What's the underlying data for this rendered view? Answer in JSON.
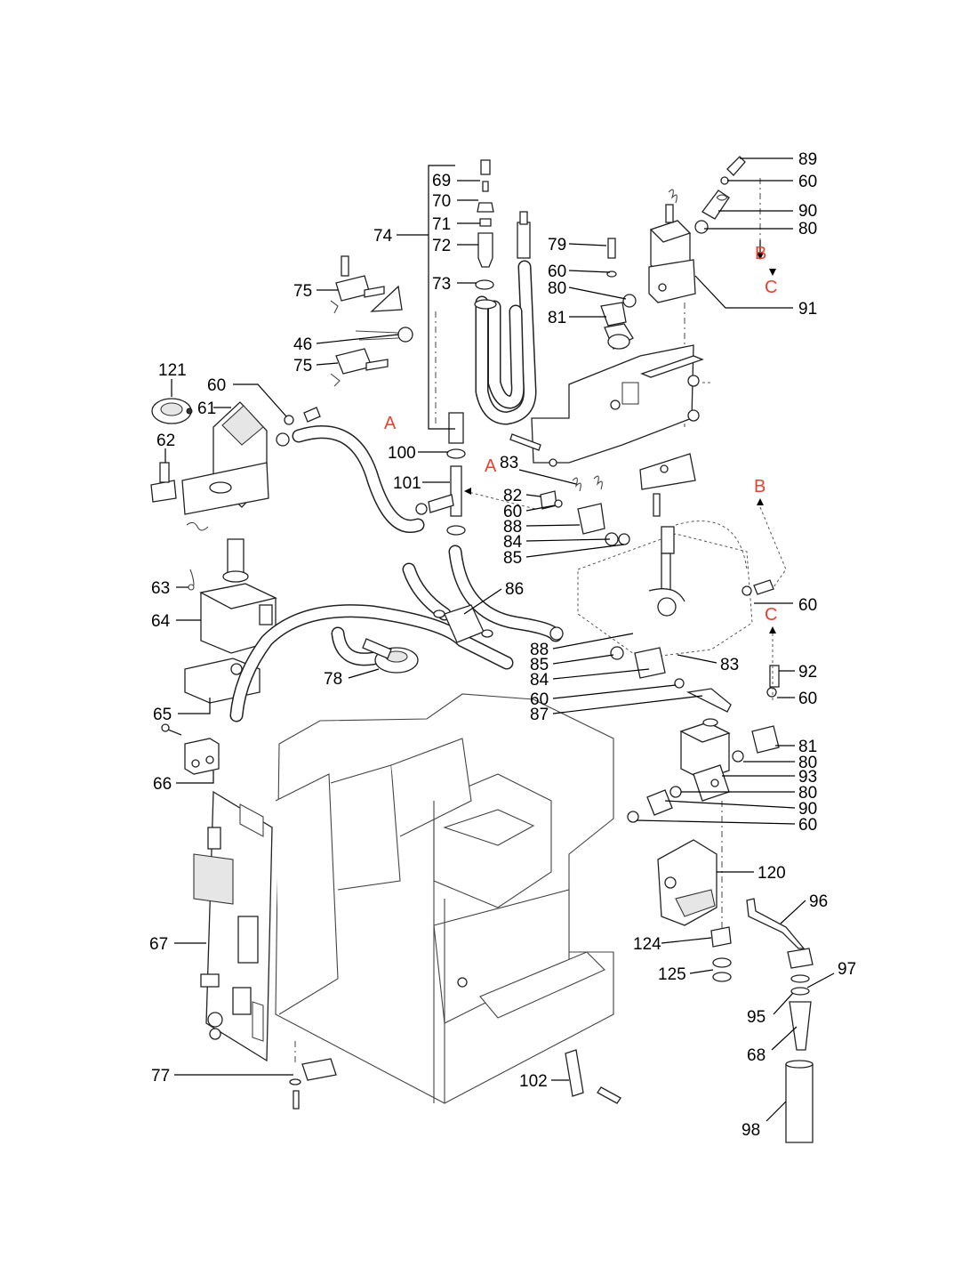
{
  "callouts": [
    {
      "id": "c-89",
      "text": "89"
    },
    {
      "id": "c-60a",
      "text": "60"
    },
    {
      "id": "c-90a",
      "text": "90"
    },
    {
      "id": "c-80a",
      "text": "80"
    },
    {
      "id": "c-91",
      "text": "91"
    },
    {
      "id": "c-69",
      "text": "69"
    },
    {
      "id": "c-70",
      "text": "70"
    },
    {
      "id": "c-71",
      "text": "71"
    },
    {
      "id": "c-74",
      "text": "74"
    },
    {
      "id": "c-72",
      "text": "72"
    },
    {
      "id": "c-73",
      "text": "73"
    },
    {
      "id": "c-75a",
      "text": "75"
    },
    {
      "id": "c-46",
      "text": "46"
    },
    {
      "id": "c-75b",
      "text": "75"
    },
    {
      "id": "c-79",
      "text": "79"
    },
    {
      "id": "c-60b",
      "text": "60"
    },
    {
      "id": "c-80b",
      "text": "80"
    },
    {
      "id": "c-81a",
      "text": "81"
    },
    {
      "id": "c-121",
      "text": "121"
    },
    {
      "id": "c-60c",
      "text": "60"
    },
    {
      "id": "c-61",
      "text": "61"
    },
    {
      "id": "c-62",
      "text": "62"
    },
    {
      "id": "c-100",
      "text": "100"
    },
    {
      "id": "c-101",
      "text": "101"
    },
    {
      "id": "c-83a",
      "text": "83"
    },
    {
      "id": "c-82",
      "text": "82"
    },
    {
      "id": "c-60d",
      "text": "60"
    },
    {
      "id": "c-88a",
      "text": "88"
    },
    {
      "id": "c-84a",
      "text": "84"
    },
    {
      "id": "c-85a",
      "text": "85"
    },
    {
      "id": "c-86",
      "text": "86"
    },
    {
      "id": "c-60e",
      "text": "60"
    },
    {
      "id": "c-63",
      "text": "63"
    },
    {
      "id": "c-64",
      "text": "64"
    },
    {
      "id": "c-88b",
      "text": "88"
    },
    {
      "id": "c-85b",
      "text": "85"
    },
    {
      "id": "c-83b",
      "text": "83"
    },
    {
      "id": "c-84b",
      "text": "84"
    },
    {
      "id": "c-60f",
      "text": "60"
    },
    {
      "id": "c-87",
      "text": "87"
    },
    {
      "id": "c-92",
      "text": "92"
    },
    {
      "id": "c-60g",
      "text": "60"
    },
    {
      "id": "c-78",
      "text": "78"
    },
    {
      "id": "c-65",
      "text": "65"
    },
    {
      "id": "c-66",
      "text": "66"
    },
    {
      "id": "c-81b",
      "text": "81"
    },
    {
      "id": "c-80c",
      "text": "80"
    },
    {
      "id": "c-93",
      "text": "93"
    },
    {
      "id": "c-80d",
      "text": "80"
    },
    {
      "id": "c-90b",
      "text": "90"
    },
    {
      "id": "c-60h",
      "text": "60"
    },
    {
      "id": "c-120",
      "text": "120"
    },
    {
      "id": "c-96",
      "text": "96"
    },
    {
      "id": "c-67",
      "text": "67"
    },
    {
      "id": "c-124",
      "text": "124"
    },
    {
      "id": "c-97",
      "text": "97"
    },
    {
      "id": "c-125",
      "text": "125"
    },
    {
      "id": "c-95",
      "text": "95"
    },
    {
      "id": "c-68",
      "text": "68"
    },
    {
      "id": "c-77",
      "text": "77"
    },
    {
      "id": "c-102",
      "text": "102"
    },
    {
      "id": "c-98",
      "text": "98"
    }
  ],
  "connection_refs": [
    {
      "id": "r-B1",
      "text": "B"
    },
    {
      "id": "r-C1",
      "text": "C"
    },
    {
      "id": "r-A1",
      "text": "A"
    },
    {
      "id": "r-A2",
      "text": "A"
    },
    {
      "id": "r-B2",
      "text": "B"
    },
    {
      "id": "r-C2",
      "text": "C"
    }
  ],
  "colors": {
    "reference_letters": "#e8412f",
    "line_art": "#222222"
  }
}
